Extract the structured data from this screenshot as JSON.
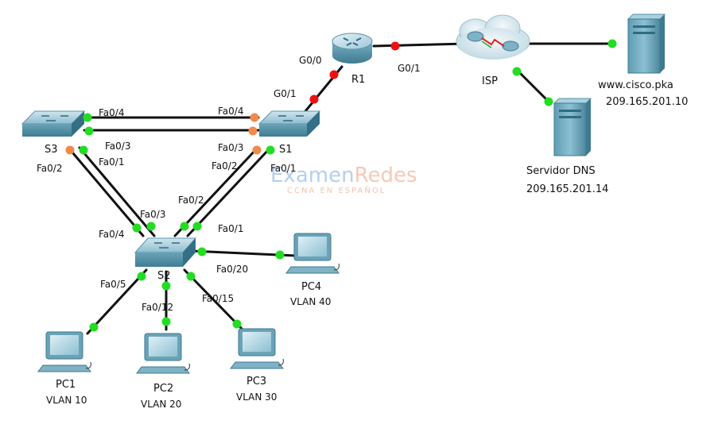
{
  "devices": {
    "r1": "R1",
    "isp": "ISP",
    "s1": "S1",
    "s2": "S2",
    "s3": "S3",
    "web_server": "www.cisco.pka",
    "web_server_ip": "209.165.201.10",
    "dns_server": "Servidor DNS",
    "dns_server_ip": "209.165.201.14",
    "pc1": "PC1",
    "pc1_vlan": "VLAN 10",
    "pc2": "PC2",
    "pc2_vlan": "VLAN 20",
    "pc3": "PC3",
    "pc3_vlan": "VLAN 30",
    "pc4": "PC4",
    "pc4_vlan": "VLAN 40"
  },
  "ports": {
    "r1_g00": "G0/0",
    "r1_g01": "G0/1",
    "isp_g01": "G0/1",
    "s3_fa04": "Fa0/4",
    "s1_fa04": "Fa0/4",
    "s3_fa03": "Fa0/3",
    "s1_fa03": "Fa0/3",
    "s3_fa01": "Fa0/1",
    "s3_fa02": "Fa0/2",
    "s1_fa02": "Fa0/2",
    "s1_fa01": "Fa0/1",
    "s2_fa04": "Fa0/4",
    "s2_fa03": "Fa0/3",
    "s2_fa02": "Fa0/2",
    "s2_fa01": "Fa0/1",
    "s2_fa05": "Fa0/5",
    "s2_fa012": "Fa0/12",
    "s2_fa015": "Fa0/15",
    "s2_fa020": "Fa0/20"
  },
  "watermark": {
    "part1": "Examen",
    "part2": "Redes",
    "tagline": "CCNA EN ESPAÑOL"
  },
  "colors": {
    "link_up": "#22dd22",
    "link_down": "#ee1111",
    "link_blocking": "#f08a4b",
    "cable": "#111111"
  }
}
